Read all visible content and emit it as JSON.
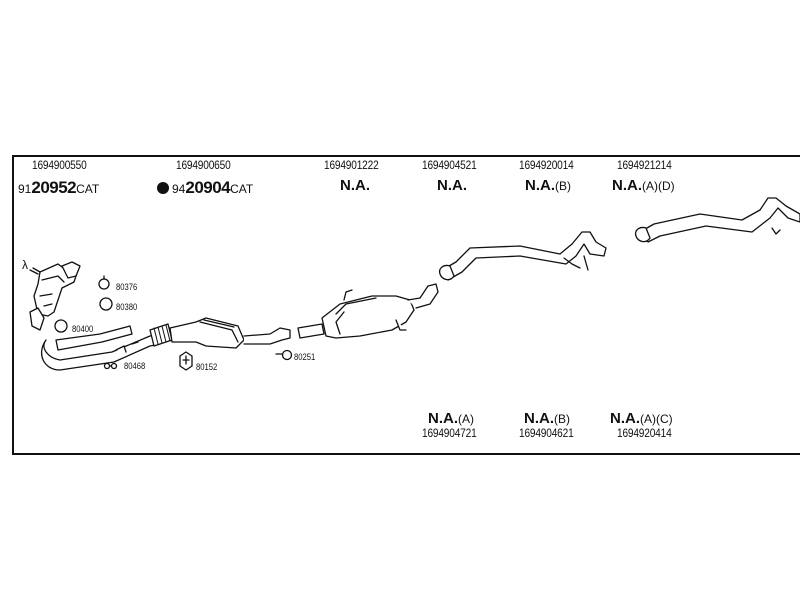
{
  "top_parts": [
    {
      "number": "1694900550",
      "code_prefix": "91",
      "code_main": "20952",
      "code_suffix": "CAT"
    },
    {
      "number": "1694900650",
      "code_prefix": "94",
      "code_main": "20904",
      "code_suffix": "CAT"
    },
    {
      "number": "1694901222",
      "na_main": "N.A.",
      "na_suffix": ""
    },
    {
      "number": "1694904521",
      "na_main": "N.A.",
      "na_suffix": ""
    },
    {
      "number": "1694920014",
      "na_main": "N.A.",
      "na_suffix": "(B)"
    },
    {
      "number": "1694921214",
      "na_main": "N.A.",
      "na_suffix": "(A)(D)"
    }
  ],
  "bottom_parts": [
    {
      "na_main": "N.A.",
      "na_suffix": "(A)",
      "number": "1694904721"
    },
    {
      "na_main": "N.A.",
      "na_suffix": "(B)",
      "number": "1694904621"
    },
    {
      "na_main": "N.A.",
      "na_suffix": "(A)(C)",
      "number": "1694920414"
    }
  ],
  "small_parts": {
    "lambda": "λ",
    "p80376": "80376",
    "p80380": "80380",
    "p80400": "80400",
    "p80468": "80468",
    "p80152": "80152",
    "p80251": "80251"
  },
  "icons": [
    "lambda-sensor-icon",
    "gasket-ring-icon",
    "clamp-icon",
    "bracket-icon",
    "hanger-icon"
  ]
}
